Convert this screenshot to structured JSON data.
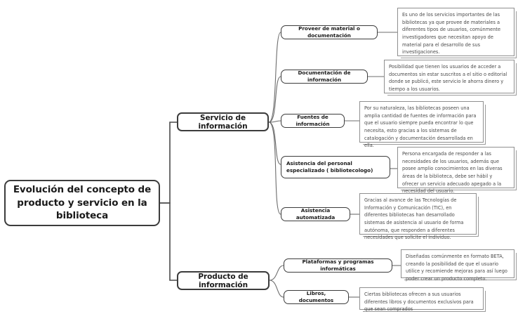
{
  "diagram": {
    "type": "mind-map",
    "title": "Evolución del concepto de producto y servicio en la biblioteca",
    "root": {
      "label": "Evolución del concepto de producto y servicio en la biblioteca"
    },
    "branches": [
      {
        "label": "Servicio de información",
        "children": [
          {
            "label": "Proveer de material o documentación",
            "note": "Es uno de los servicios importantes de las bibliotecas ya que provee de materiales a diferentes tipos de usuarios, comúnmente investigadores que necesitan apoyo de material para el desarrollo de sus investigaciones."
          },
          {
            "label": "Documentación de información",
            "note": "Posibilidad que tienen los usuarios de acceder a documentos sin estar suscritos a el sitio o editorial donde se publicó, este servicio le ahorra dinero y tiempo a los usuarios."
          },
          {
            "label": "Fuentes de información",
            "note": "Por su naturaleza, las bibliotecas poseen una amplia cantidad de fuentes de información para que el usuario siempre pueda encontrar lo que necesita, esto gracias a los sistemas de catalogación y documentación desarrollada en ella."
          },
          {
            "label": "Asistencia del personal especializado ( bibliotecologo)",
            "note": "Persona encargada de responder a las necesidades de los usuarios, además que posee amplio conocimientos en las diveras áreas de la biblioteca, debe ser hábil y ofrecer un servicio adecuado apegado a la necesidad del usuario."
          },
          {
            "label": "Asistencia automatizada",
            "note": "Gracias al avance de las Tecnologías de Información y Comunicación (TIC), en diferentes bibliotecas han desarrollado sistemas de asistencia al usuario de forma autónoma, que responden a diferentes necesidades que solicite el individuo."
          }
        ]
      },
      {
        "label": "Producto de información",
        "children": [
          {
            "label": "Plataformas y programas informáticas",
            "note": "Diseñadas comúnmente en formato BETA, creando la posibilidad de que el usuario utilice y recomiende mejoras para así luego poder crear un producto completo."
          },
          {
            "label": "Libros, documentos",
            "note": "Ciertas bibliotecas ofrecen a sus usuarios diferentes libros y documentos exclusivos para que sean comprados"
          }
        ]
      }
    ],
    "colors": {
      "node_border": "#3c3c3c",
      "node_text": "#1a1a1a",
      "note_border": "#8f8f8f",
      "note_text": "#4a4a4a",
      "edge": "#5a5a5a",
      "background": "#ffffff"
    }
  }
}
